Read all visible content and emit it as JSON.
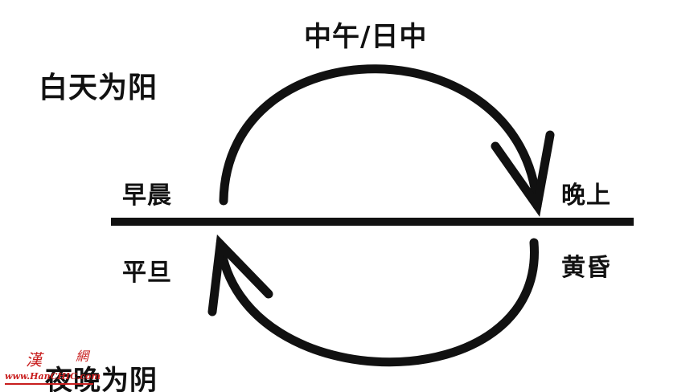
{
  "labels": {
    "noon": "中午/日中",
    "day_yang": "白天为阳",
    "dawn": "早晨",
    "dusk": "晚上",
    "sunrise": "平旦",
    "sunset": "黄昏",
    "night_yin": "夜晚为阴"
  },
  "watermark": {
    "glyph_1": "漢",
    "glyph_2": "網",
    "url": "www.HanCHIC.com"
  },
  "colors": {
    "ink": "#111111",
    "background": "#ffffff",
    "watermark": "#c81e1e"
  }
}
